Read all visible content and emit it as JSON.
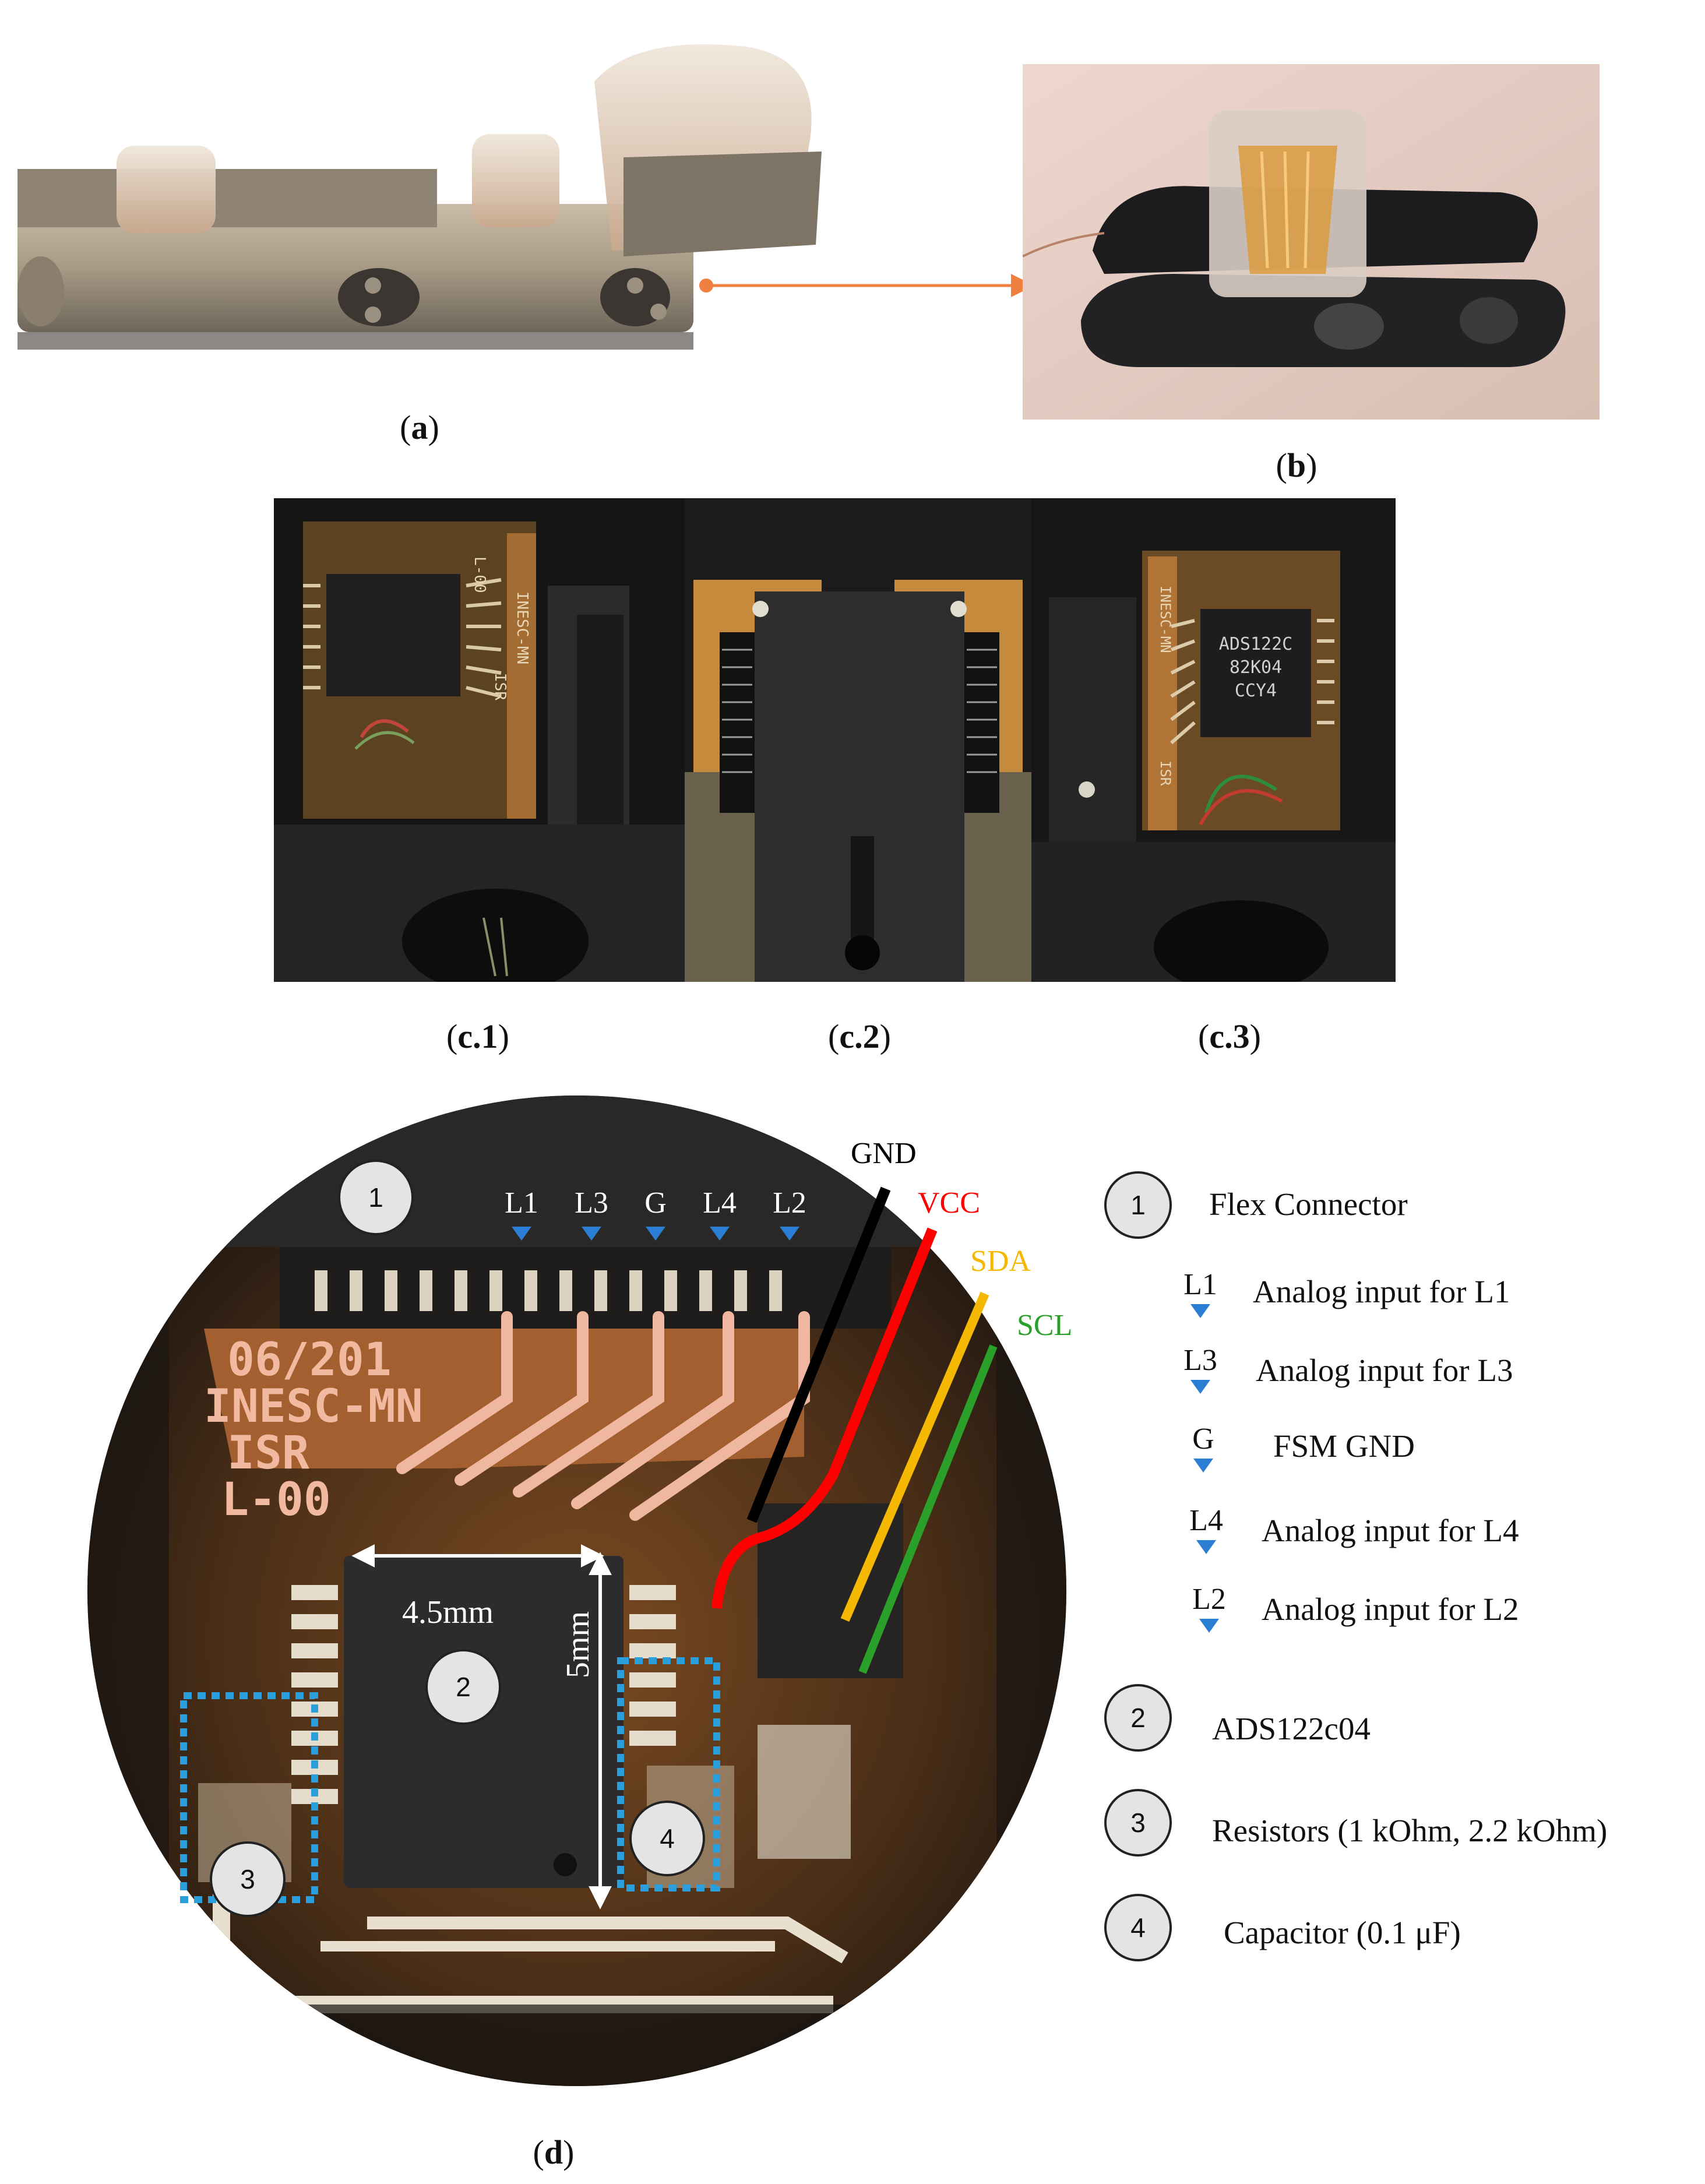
{
  "captions": {
    "a": "a",
    "b": "b",
    "c1": "c.1",
    "c2": "c.2",
    "c3": "c.3",
    "d": "d"
  },
  "photo_text": {
    "c3_chip_line1": "ADS122C",
    "c3_chip_line2": "82K04",
    "c3_chip_line3": "CCY4",
    "c3_flex": "INESC-MN",
    "c3_isr": "ISR",
    "c1_flex": "INESC-MN",
    "c1_isr": "ISR",
    "c1_l00": "L-00"
  },
  "diagram": {
    "flex_lines": [
      "06/201",
      "INESC-MN",
      "ISR",
      "L-00"
    ],
    "pin_labels": [
      "L1",
      "L3",
      "G",
      "L4",
      "L2"
    ],
    "wires": [
      {
        "label": "GND",
        "color": "#000000"
      },
      {
        "label": "VCC",
        "color": "#ff0000"
      },
      {
        "label": "SDA",
        "color": "#f5b800"
      },
      {
        "label": "SCL",
        "color": "#2aa02a"
      }
    ],
    "dim_width": "4.5mm",
    "dim_height": "5mm",
    "markers": [
      "1",
      "2",
      "3",
      "4"
    ]
  },
  "legend": {
    "items": [
      {
        "number": "1",
        "text": "Flex Connector"
      },
      {
        "pin": "L1",
        "text": "Analog input for L1"
      },
      {
        "pin": "L3",
        "text": "Analog input for L3"
      },
      {
        "pin": "G",
        "text": "FSM GND"
      },
      {
        "pin": "L4",
        "text": "Analog input for L4"
      },
      {
        "pin": "L2",
        "text": "Analog input for L2"
      },
      {
        "number": "2",
        "text": "ADS122c04"
      },
      {
        "number": "3",
        "text": "Resistors (1 kOhm, 2.2 kOhm)"
      },
      {
        "number": "4",
        "text": "Capacitor  (0.1 μF)"
      }
    ]
  },
  "colors": {
    "pin_marker": "#2a7fd4",
    "dotted_box": "#2a9fdc",
    "arrow": "#f08040"
  }
}
